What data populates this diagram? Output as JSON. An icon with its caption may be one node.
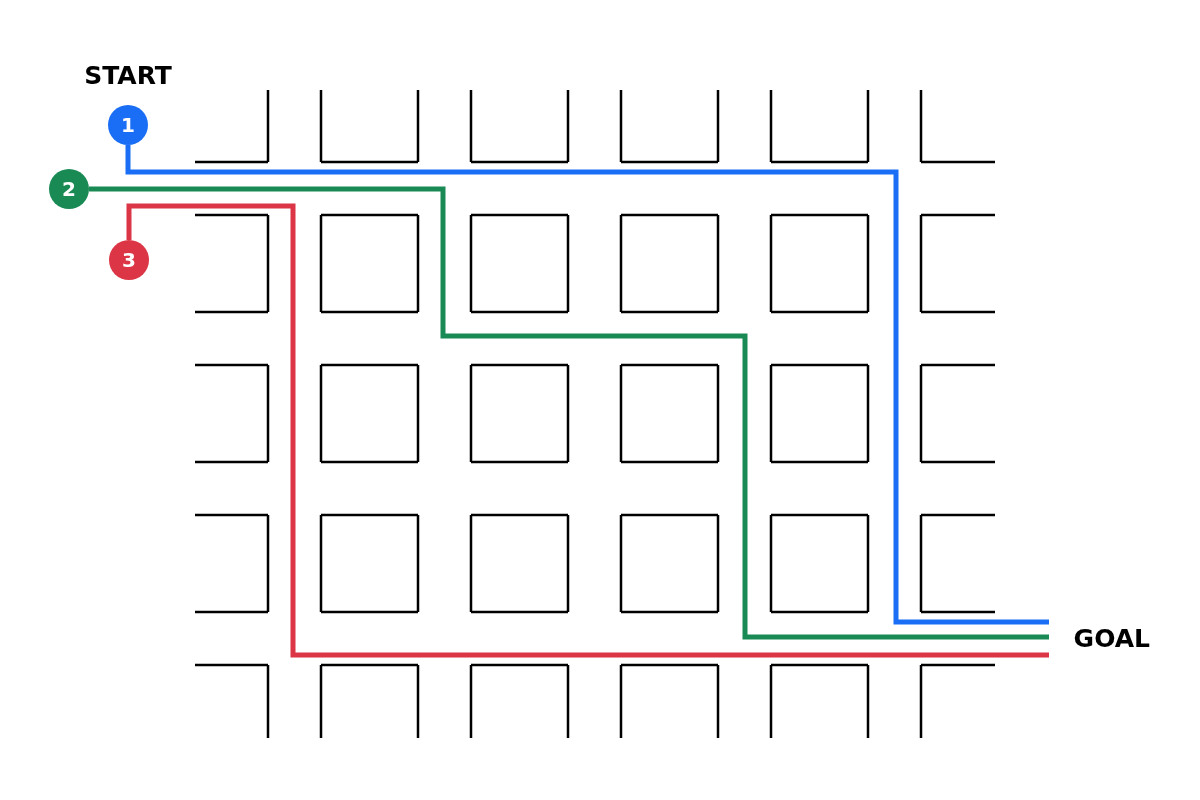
{
  "diagram": {
    "nodes": [
      {
        "text": [
          "1"
        ],
        "beside": [
          "START"
        ]
      },
      {
        "text": [
          "2"
        ]
      },
      {
        "text": [
          "3"
        ]
      },
      {
        "text": [
          "GOAL"
        ]
      }
    ],
    "edges": [
      {
        "from": 0,
        "to": 3,
        "arrow": "none",
        "color": "#1a6ef5"
      },
      {
        "from": 1,
        "to": 3,
        "arrow": "none",
        "color": "#1a8a55"
      },
      {
        "from": 2,
        "to": 3,
        "arrow": "none",
        "color": "#dc3545"
      }
    ]
  }
}
